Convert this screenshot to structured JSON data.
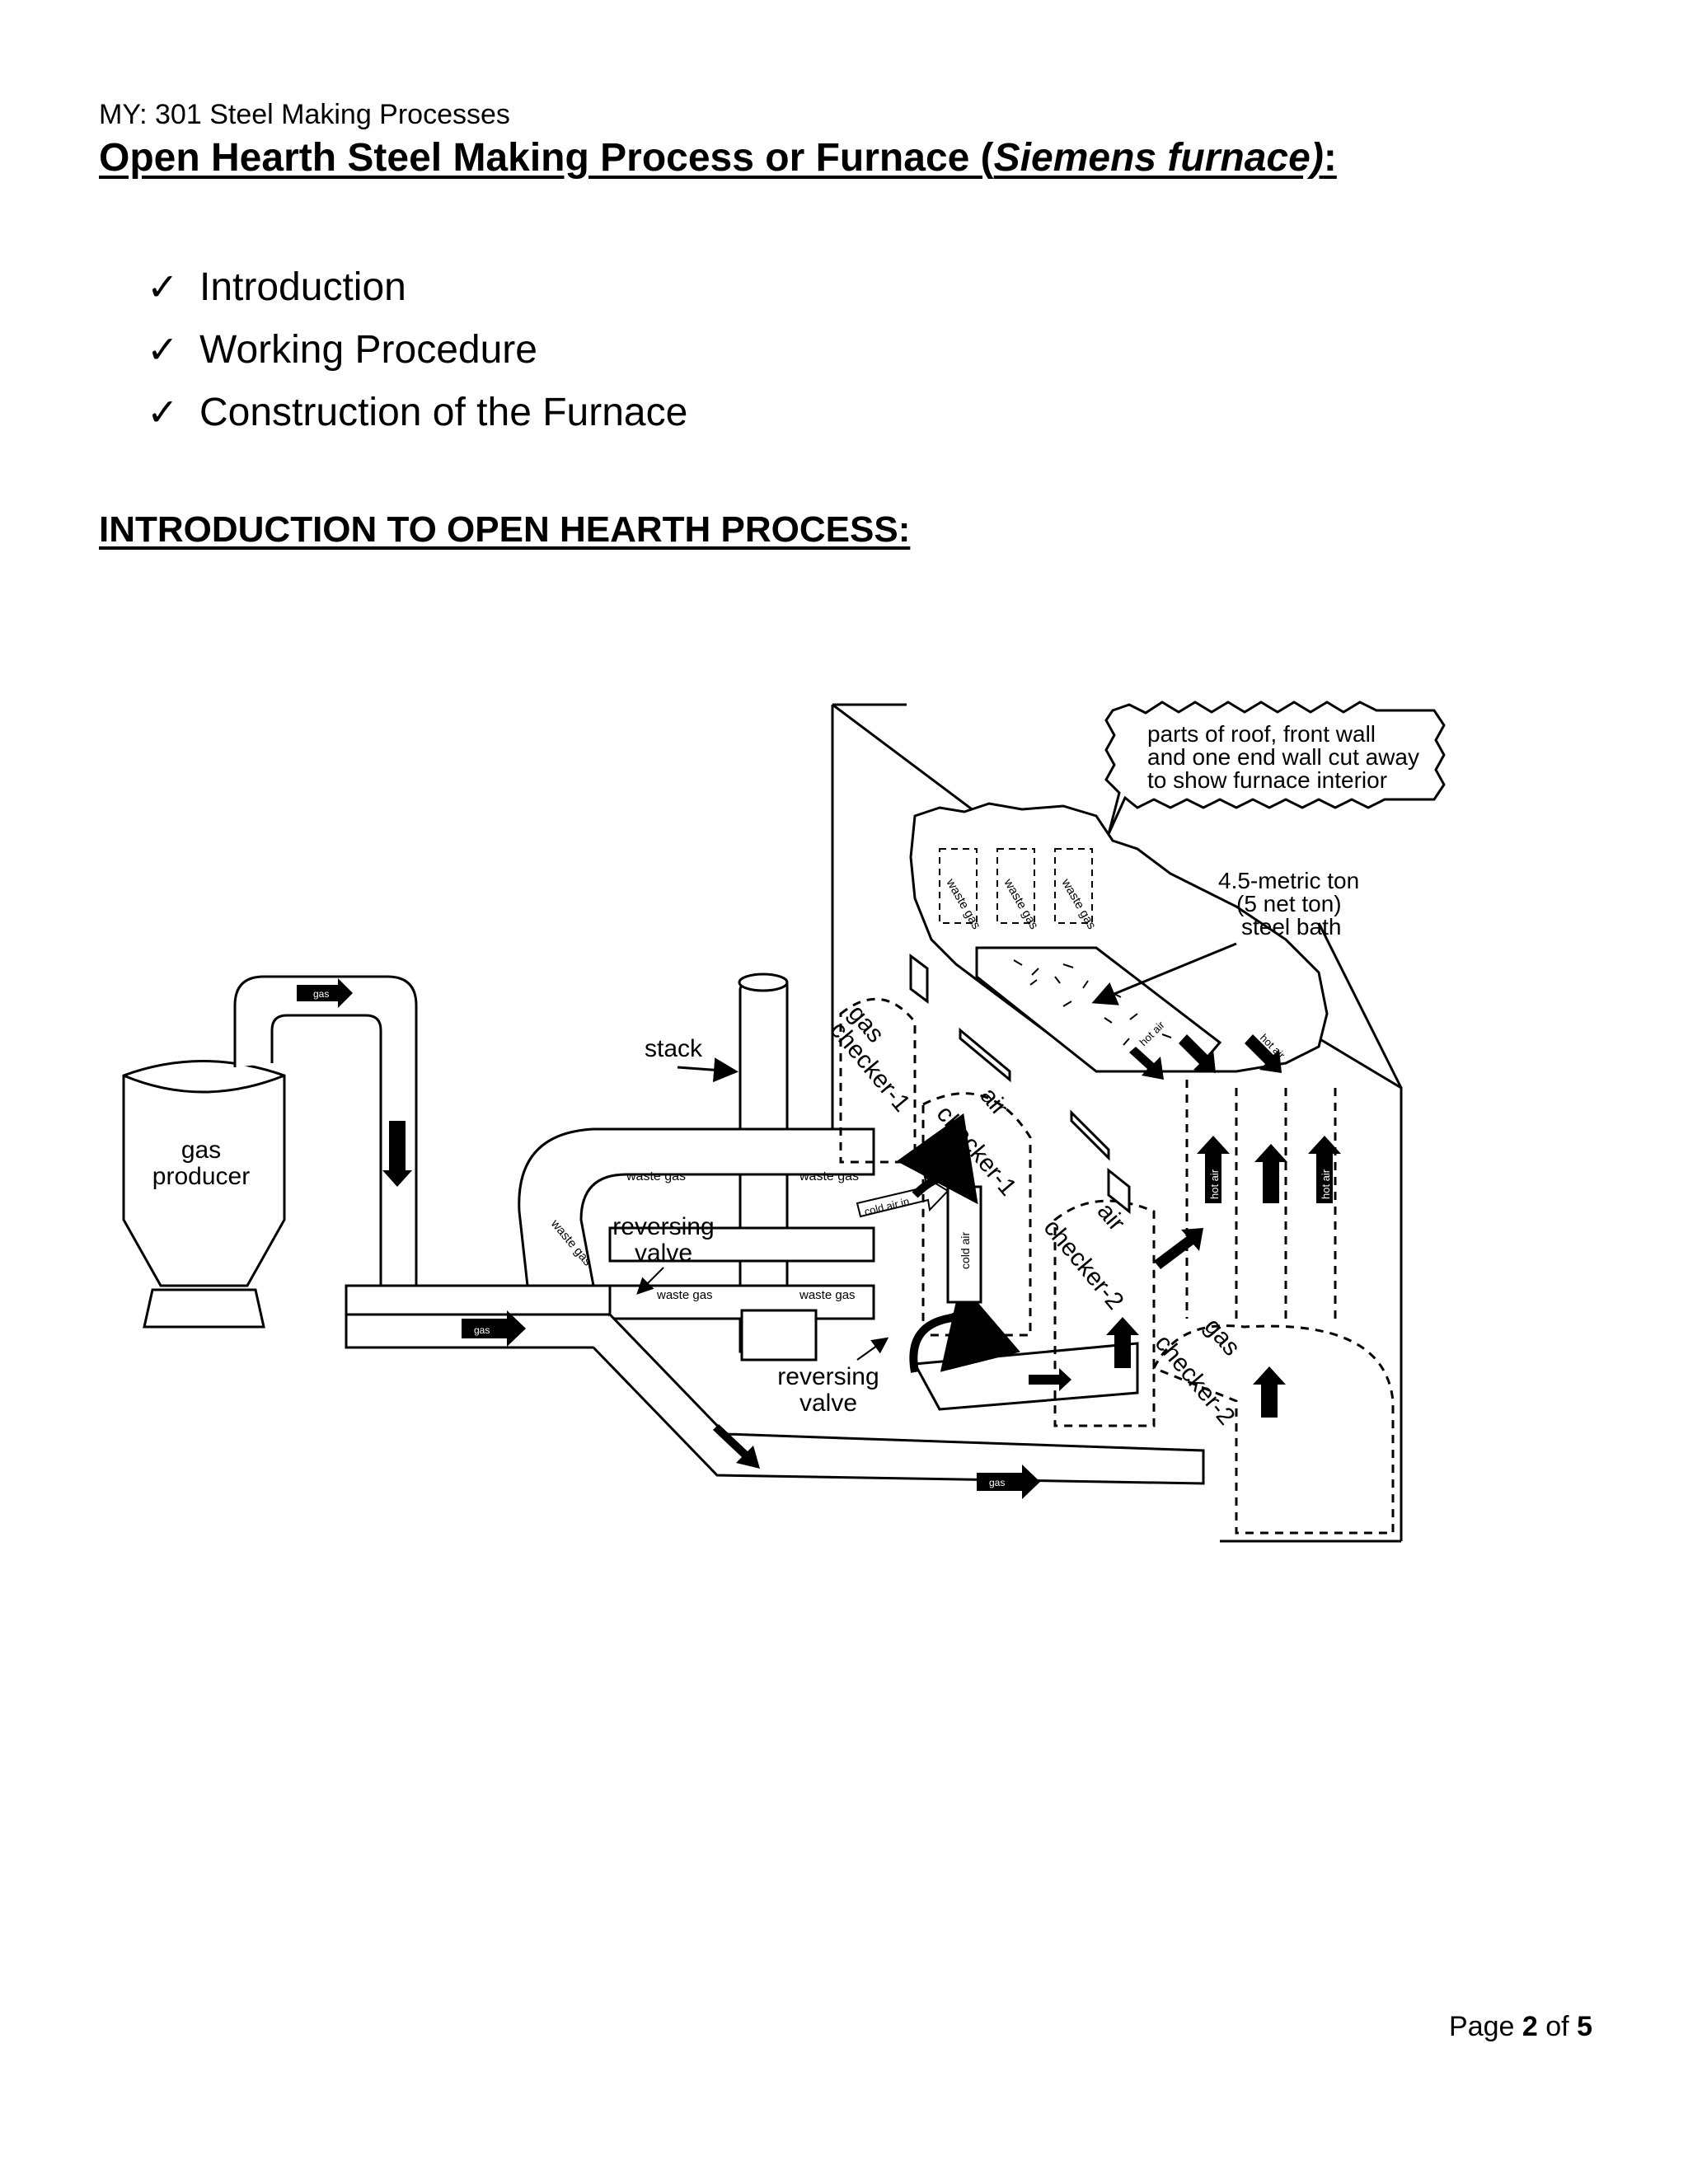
{
  "header": {
    "course": "MY: 301 Steel Making Processes",
    "title_main": "Open Hearth Steel Making Process or Furnace (",
    "title_italic": "Siemens furnace)",
    "title_end": ":"
  },
  "checklist": [
    {
      "label": "Introduction"
    },
    {
      "label": "Working Procedure"
    },
    {
      "label": "Construction of the Furnace"
    }
  ],
  "section_heading": "INTRODUCTION TO OPEN HEARTH PROCESS:",
  "diagram": {
    "callout": [
      "parts of roof, front wall",
      "and one end wall cut away",
      "to show furnace interior"
    ],
    "bath": [
      "4.5-metric ton",
      "(5 net ton)",
      "steel bath"
    ],
    "gas_producer": [
      "gas",
      "producer"
    ],
    "stack": "stack",
    "reversing_valve": [
      "reversing",
      "valve"
    ],
    "reversing_valve_2": [
      "reversing",
      "valve"
    ],
    "gas_checker_1": [
      "gas",
      "checker-1"
    ],
    "air_checker_1": [
      "air",
      "checker-1"
    ],
    "air_checker_2": [
      "air",
      "checker-2"
    ],
    "gas_checker_2": [
      "gas",
      "checker-2"
    ],
    "labels": {
      "gas": "gas",
      "waste_gas": "waste gas",
      "hot_air": "hot air",
      "cold_air": "cold air",
      "cold_air_in": "cold air in",
      "air": "air"
    }
  },
  "footer": {
    "prefix": "Page ",
    "page": "2",
    "of": " of ",
    "total": "5"
  }
}
